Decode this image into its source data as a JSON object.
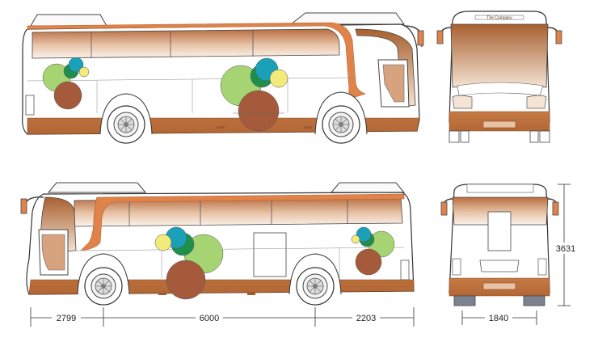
{
  "dimensions": {
    "front_overhang": "2799",
    "wheelbase": "6000",
    "rear_overhang": "2203",
    "height": "3631",
    "width": "1840"
  },
  "front_sign_text": "The Company",
  "colors": {
    "body_outline": "#3a3a3a",
    "copper_dark": "#b96a3a",
    "copper_light": "#e8c2a4",
    "accent_orange": "#e0834a",
    "dot_teal": "#1aa0b8",
    "dot_green": "#1f8f4e",
    "dot_lightgreen": "#a6d472",
    "dot_yellow": "#f2ea7a",
    "dot_brown": "#a55a3c"
  }
}
